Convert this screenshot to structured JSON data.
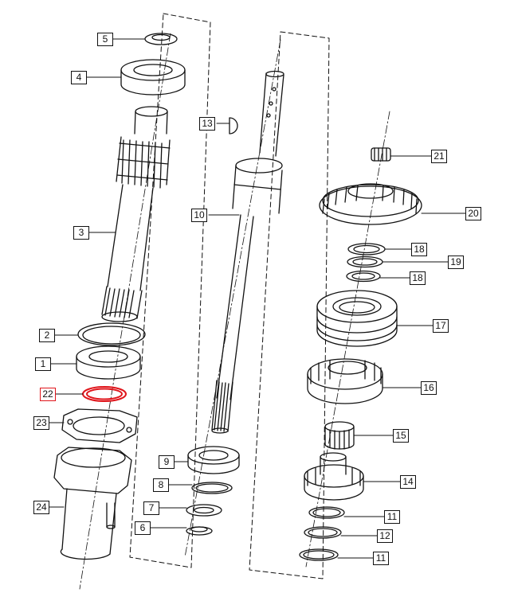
{
  "diagram": {
    "highlight_color": "#e0151b",
    "line_color": "#111111",
    "callouts": [
      {
        "id": "c5",
        "text": "5",
        "part": "seal-small"
      },
      {
        "id": "c4",
        "text": "4",
        "part": "bearing-top"
      },
      {
        "id": "c3",
        "text": "3",
        "part": "input-shaft"
      },
      {
        "id": "c2",
        "text": "2",
        "part": "shim-ring"
      },
      {
        "id": "c1",
        "text": "1",
        "part": "bearing-lower"
      },
      {
        "id": "c22",
        "text": "22",
        "part": "o-ring",
        "highlighted": true
      },
      {
        "id": "c23",
        "text": "23",
        "part": "gasket"
      },
      {
        "id": "c24",
        "text": "24",
        "part": "housing"
      },
      {
        "id": "c13",
        "text": "13",
        "part": "woodruff-key"
      },
      {
        "id": "c10",
        "text": "10",
        "part": "main-shaft"
      },
      {
        "id": "c9",
        "text": "9",
        "part": "bearing-main"
      },
      {
        "id": "c8",
        "text": "8",
        "part": "snap-ring"
      },
      {
        "id": "c7",
        "text": "7",
        "part": "washer"
      },
      {
        "id": "c6",
        "text": "6",
        "part": "seal-bottom"
      },
      {
        "id": "c21",
        "text": "21",
        "part": "needle-small"
      },
      {
        "id": "c20",
        "text": "20",
        "part": "gear-top"
      },
      {
        "id": "c18a",
        "text": "18",
        "part": "thrust-washer-a"
      },
      {
        "id": "c19",
        "text": "19",
        "part": "circlip"
      },
      {
        "id": "c18b",
        "text": "18",
        "part": "thrust-washer-b"
      },
      {
        "id": "c17",
        "text": "17",
        "part": "synchro-hub"
      },
      {
        "id": "c16",
        "text": "16",
        "part": "gear-mid"
      },
      {
        "id": "c15",
        "text": "15",
        "part": "needle-bearing"
      },
      {
        "id": "c14",
        "text": "14",
        "part": "gear-small"
      },
      {
        "id": "c11a",
        "text": "11",
        "part": "ring-a"
      },
      {
        "id": "c12",
        "text": "12",
        "part": "ring-b"
      },
      {
        "id": "c11b",
        "text": "11",
        "part": "ring-c"
      }
    ]
  }
}
